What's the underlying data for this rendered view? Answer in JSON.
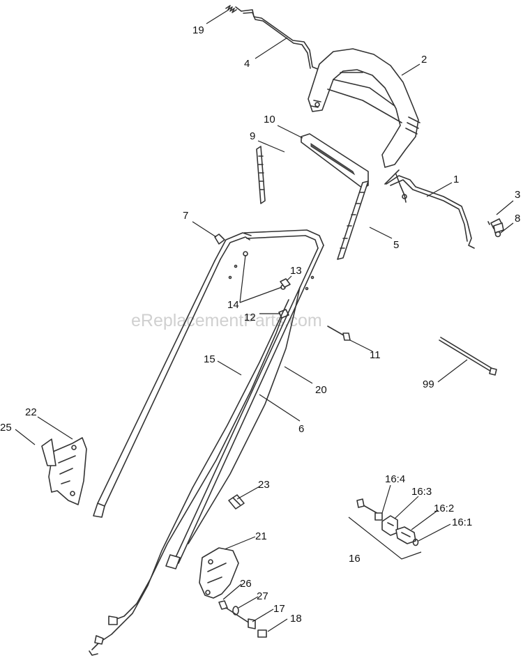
{
  "watermark": "eReplacementParts.com",
  "callouts": {
    "c1": "1",
    "c2": "2",
    "c3": "3",
    "c4": "4",
    "c5": "5",
    "c6": "6",
    "c7": "7",
    "c8": "8",
    "c9": "9",
    "c10": "10",
    "c11": "11",
    "c12": "12",
    "c13": "13",
    "c14": "14",
    "c15": "15",
    "c16": "16",
    "c16_1": "16:1",
    "c16_2": "16:2",
    "c16_3": "16:3",
    "c16_4": "16:4",
    "c17": "17",
    "c18": "18",
    "c19": "19",
    "c20": "20",
    "c21": "21",
    "c22": "22",
    "c23": "23",
    "c25": "25",
    "c26": "26",
    "c27": "27",
    "c99": "99"
  }
}
